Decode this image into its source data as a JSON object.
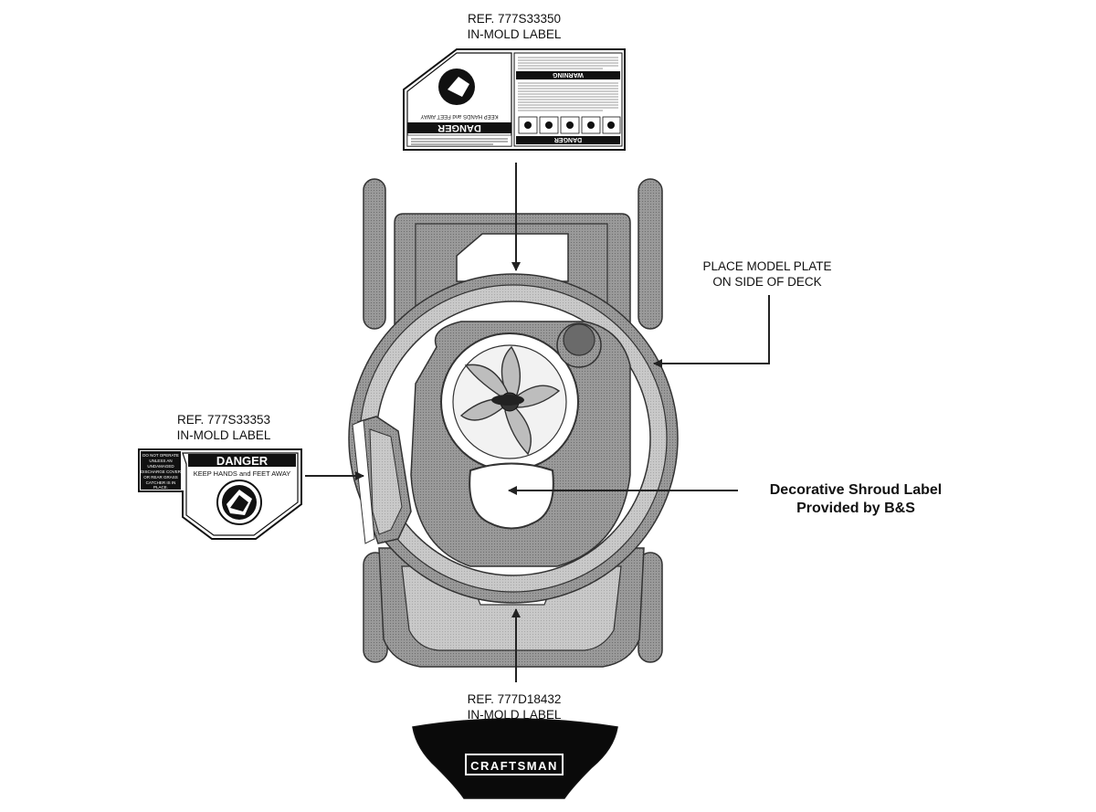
{
  "callouts": {
    "top_label": {
      "ref": "REF. 777S33350",
      "type": "IN-MOLD LABEL"
    },
    "side_label": {
      "ref": "REF. 777S33353",
      "type": "IN-MOLD LABEL"
    },
    "bottom_label": {
      "ref": "REF. 777D18432",
      "type": "IN-MOLD LABEL"
    },
    "model_plate": {
      "line1": "PLACE MODEL PLATE",
      "line2": "ON SIDE OF DECK"
    },
    "shroud_label": {
      "line1": "Decorative Shroud Label",
      "line2": "Provided by B&S"
    }
  },
  "decals": {
    "side_danger": {
      "title": "DANGER",
      "subtitle": "KEEP HANDS and FEET AWAY",
      "warning_lines": [
        "DO NOT OPERATE",
        "UNLESS AN",
        "UNDAMAGED",
        "DISCHARGE COVER",
        "OR REAR GRASS",
        "CATCHER IS IN",
        "PLACE."
      ]
    },
    "top_danger": {
      "title": "DANGER",
      "subtitle": "KEEP HANDS and FEET AWAY",
      "warning_title": "WARNING",
      "danger_title": "DANGER"
    },
    "brand": {
      "name": "CRAFTSMAN"
    }
  },
  "colors": {
    "ink": "#111111",
    "mower_gray": "#8a8a8a",
    "light_gray": "#c4c4c4",
    "decal_black": "#0a0a0a"
  }
}
